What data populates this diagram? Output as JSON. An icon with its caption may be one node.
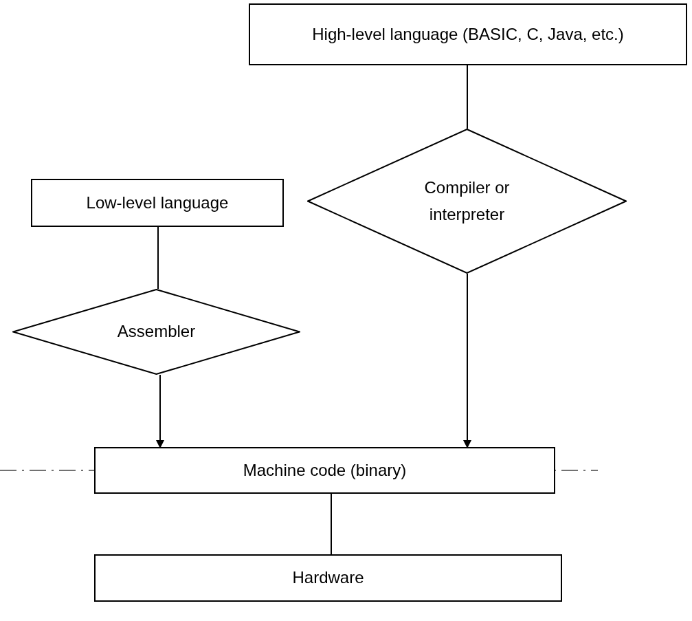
{
  "diagram": {
    "nodes": [
      {
        "text": [
          "High-level language (BASIC, C, Java, etc.)"
        ]
      },
      {
        "text": [
          "Low-level language"
        ]
      },
      {
        "text": [
          "Compiler or interpreter"
        ]
      },
      {
        "text": [
          "Assembler"
        ]
      },
      {
        "text": [
          "Machine code (binary)"
        ]
      },
      {
        "text": [
          "Hardware"
        ]
      }
    ],
    "edges": [
      {
        "from": 0,
        "to": 2,
        "arrow": "none"
      },
      {
        "from": 2,
        "to": 4,
        "arrow": "to"
      },
      {
        "from": 1,
        "to": 3,
        "arrow": "none"
      },
      {
        "from": 3,
        "to": 4,
        "arrow": "to"
      },
      {
        "from": 4,
        "to": 5,
        "arrow": "none"
      }
    ]
  }
}
